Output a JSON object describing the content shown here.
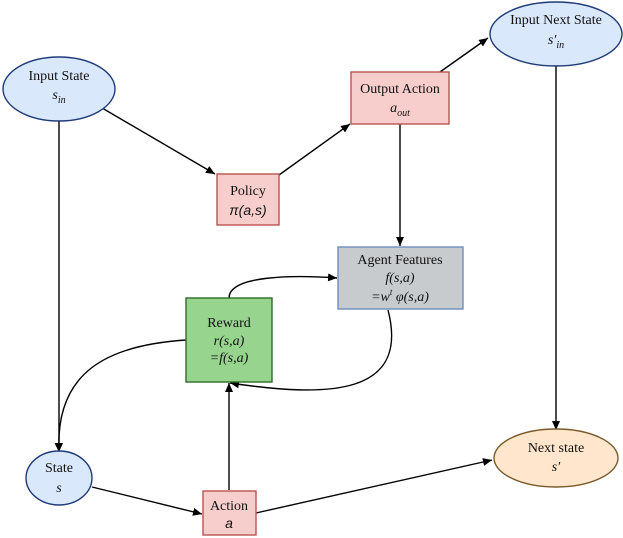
{
  "colors": {
    "blue_fill": "#dae8fc",
    "blue_stroke": "#1f3a78",
    "red_fill": "#f8cecc",
    "red_stroke": "#b85450",
    "green_fill": "#97d58f",
    "green_stroke": "#2e6b28",
    "gray_fill": "#c8cbce",
    "gray_stroke": "#6c8ebf",
    "orange_fill": "#ffe6cc",
    "orange_stroke": "#7a5a2a"
  },
  "nodes": {
    "input_state": {
      "title": "Input State",
      "symbol": "s",
      "subscript": "in"
    },
    "input_next_state": {
      "title": "Input Next State",
      "symbol": "s′",
      "subscript": "in"
    },
    "output_action": {
      "title": "Output Action",
      "symbol": "a",
      "subscript": "out"
    },
    "policy": {
      "title": "Policy",
      "formula": "π(a,s)"
    },
    "agent_features": {
      "title": "Agent Features",
      "line1": "f(s,a)",
      "line2_prefix": "=w",
      "line2_sup": "t",
      "line2_suffix": " φ(s,a)"
    },
    "reward": {
      "title": "Reward",
      "line1": "r(s,a)",
      "line2": "=f(s,a)"
    },
    "state": {
      "title": "State",
      "symbol": "s"
    },
    "action": {
      "title": "Action",
      "symbol": "a"
    },
    "next_state": {
      "title": "Next state",
      "symbol": "s′"
    }
  }
}
